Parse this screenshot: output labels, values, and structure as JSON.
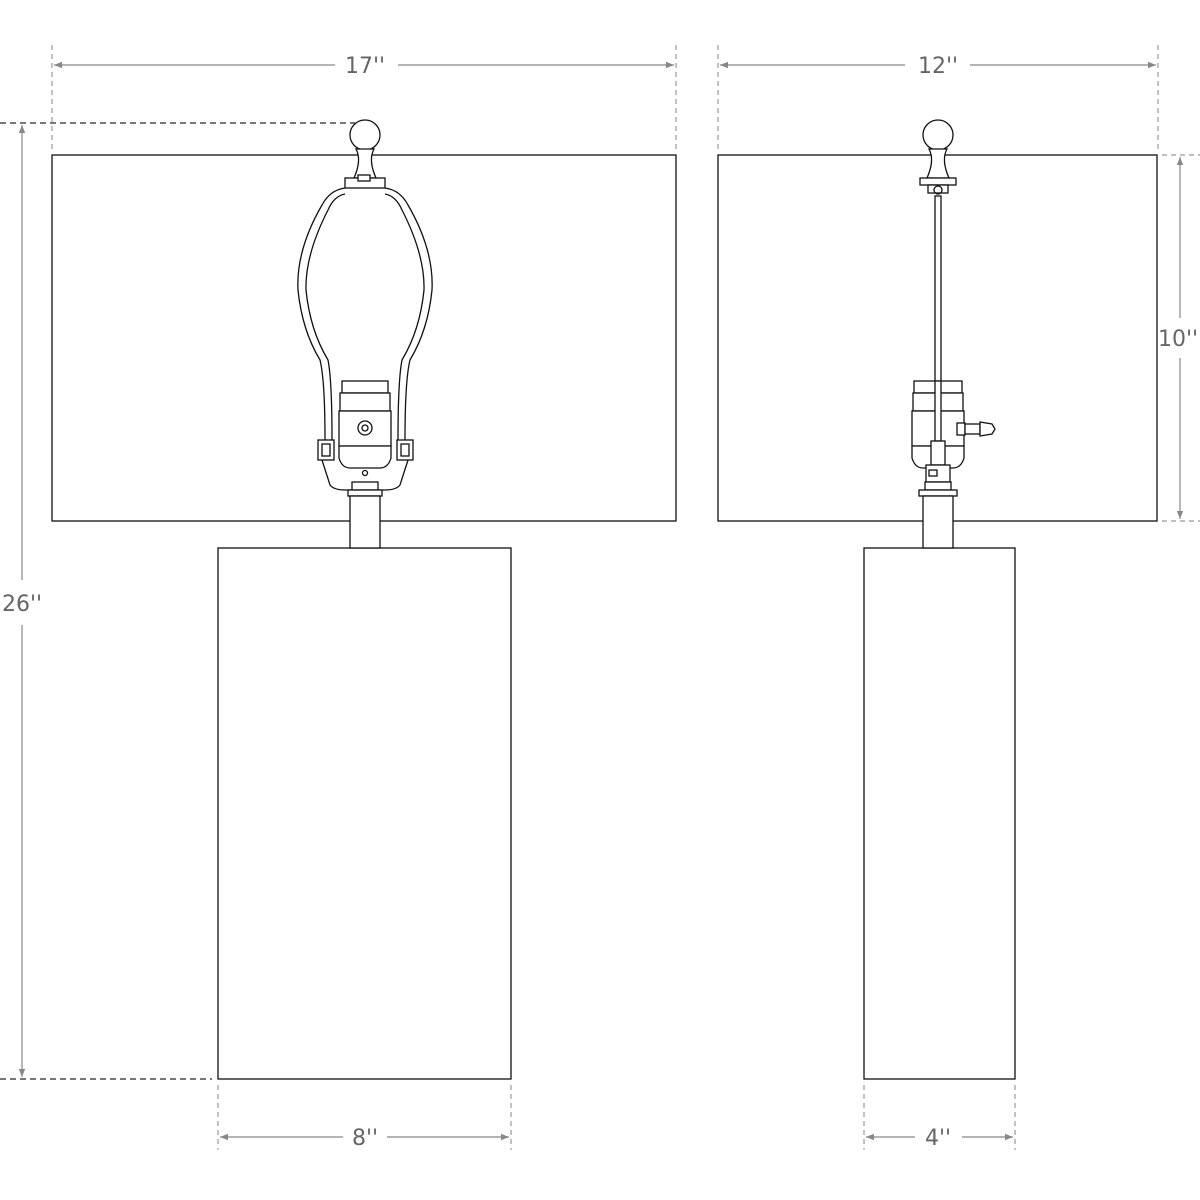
{
  "front_view": {
    "shade_width": "17''",
    "overall_height": "26''",
    "base_width": "8''"
  },
  "side_view": {
    "shade_depth": "12''",
    "shade_height": "10''",
    "base_depth": "4''"
  },
  "colors": {
    "line": "#111111",
    "dimension": "#888888"
  }
}
